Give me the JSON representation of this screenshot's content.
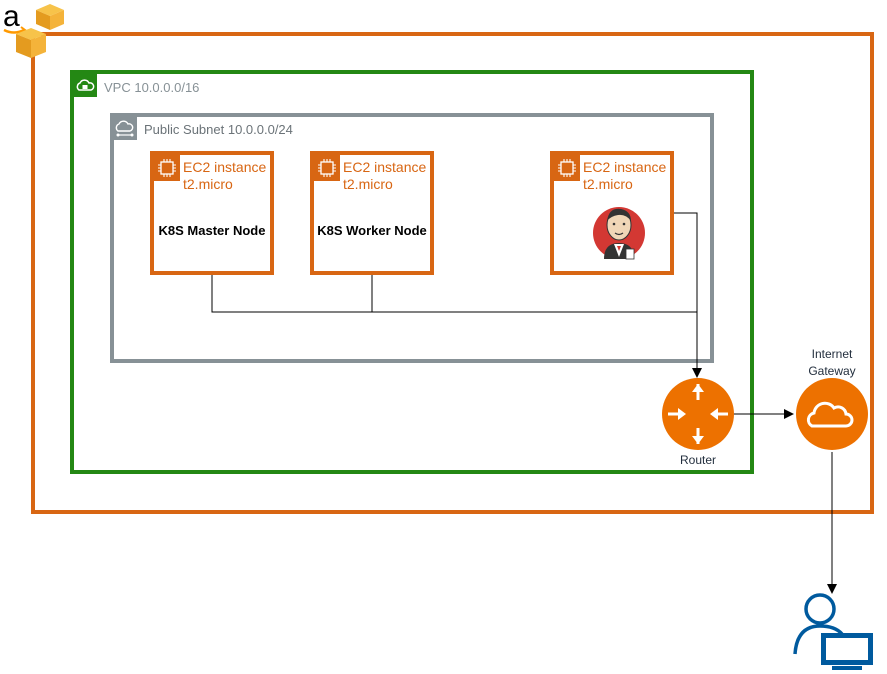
{
  "aws_logo": {
    "icon": "aws-logo-icon",
    "letter": "a"
  },
  "vpc": {
    "label": "VPC 10.0.0.0/16",
    "icon": "vpc-lock-cloud-icon",
    "color": "#248814"
  },
  "subnet": {
    "label": "Public Subnet 10.0.0.0/24",
    "icon": "subnet-cloud-icon",
    "color": "#879196"
  },
  "instances": [
    {
      "title": "EC2 instance",
      "type": "t2.micro",
      "role": "K8S Master Node"
    },
    {
      "title": "EC2 instance",
      "type": "t2.micro",
      "role": "K8S Worker Node"
    },
    {
      "title": "EC2 instance",
      "type": "t2.micro",
      "role": "",
      "icon": "jenkins-icon"
    }
  ],
  "router": {
    "label": "Router",
    "icon": "router-icon",
    "color": "#ed7100"
  },
  "internet_gateway": {
    "label_line1": "Internet",
    "label_line2": "Gateway",
    "icon": "internet-gateway-icon",
    "color": "#ed7100"
  },
  "client": {
    "icon": "user-computer-icon",
    "color": "#005a9e"
  },
  "colors": {
    "aws_cloud_border": "#d86613",
    "ec2_accent": "#d86613",
    "connector": "#000000"
  }
}
